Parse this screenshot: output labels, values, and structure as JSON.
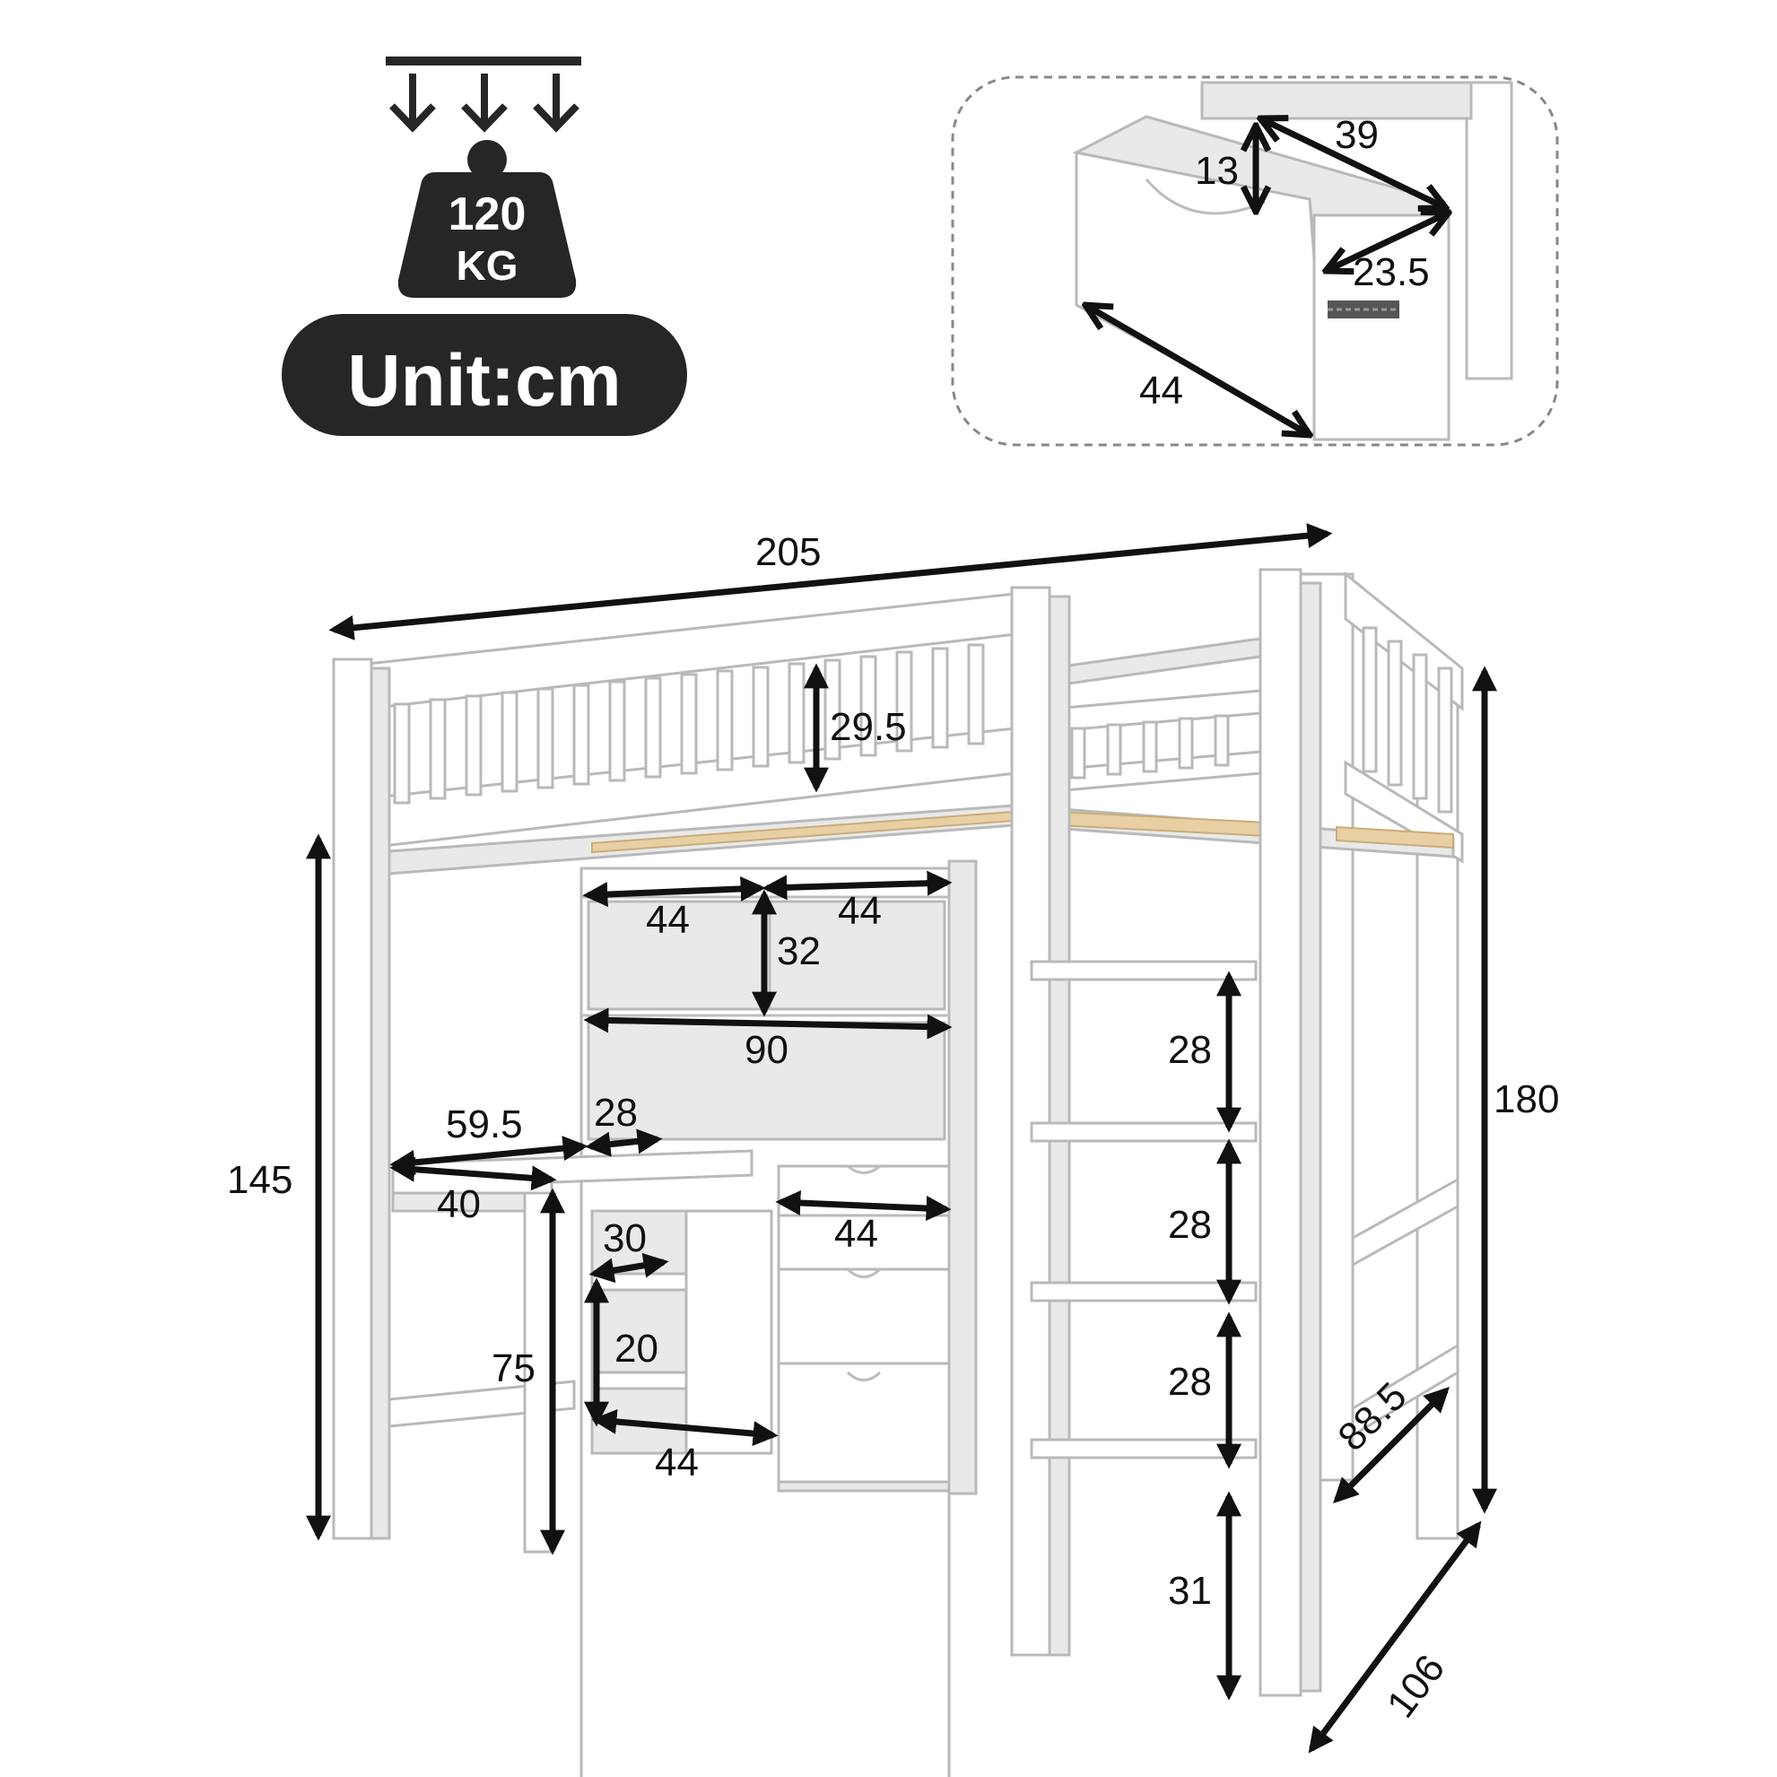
{
  "badge": {
    "weight_line1": "120",
    "weight_line2": "KG",
    "unit_label": "Unit:cm",
    "icon": "weight-load-icon"
  },
  "drawer_detail": {
    "height": "13",
    "width": "39",
    "depth": "23.5",
    "length": "44"
  },
  "bed": {
    "total_length": "205",
    "total_height": "180",
    "total_width": "106",
    "guardrail_height": "29.5",
    "under_bed_height": "145",
    "ladder_width": "88.5",
    "ladder_steps": [
      "28",
      "28",
      "28"
    ],
    "ladder_bottom": "31"
  },
  "desk": {
    "shelf_left_width": "44",
    "shelf_right_width": "44",
    "shelf_height": "32",
    "hutch_width": "90",
    "desk_top_length": "59.5",
    "desk_inset": "28",
    "desk_depth": "40",
    "desk_height": "75",
    "cubby_depth": "30",
    "cubby_height": "20",
    "cubby_width": "44",
    "drawer_width": "44"
  },
  "colors": {
    "ink": "#111111",
    "badge_fill": "#262626",
    "wood_slats": "#e8cfa4",
    "furniture": "#ffffff"
  }
}
